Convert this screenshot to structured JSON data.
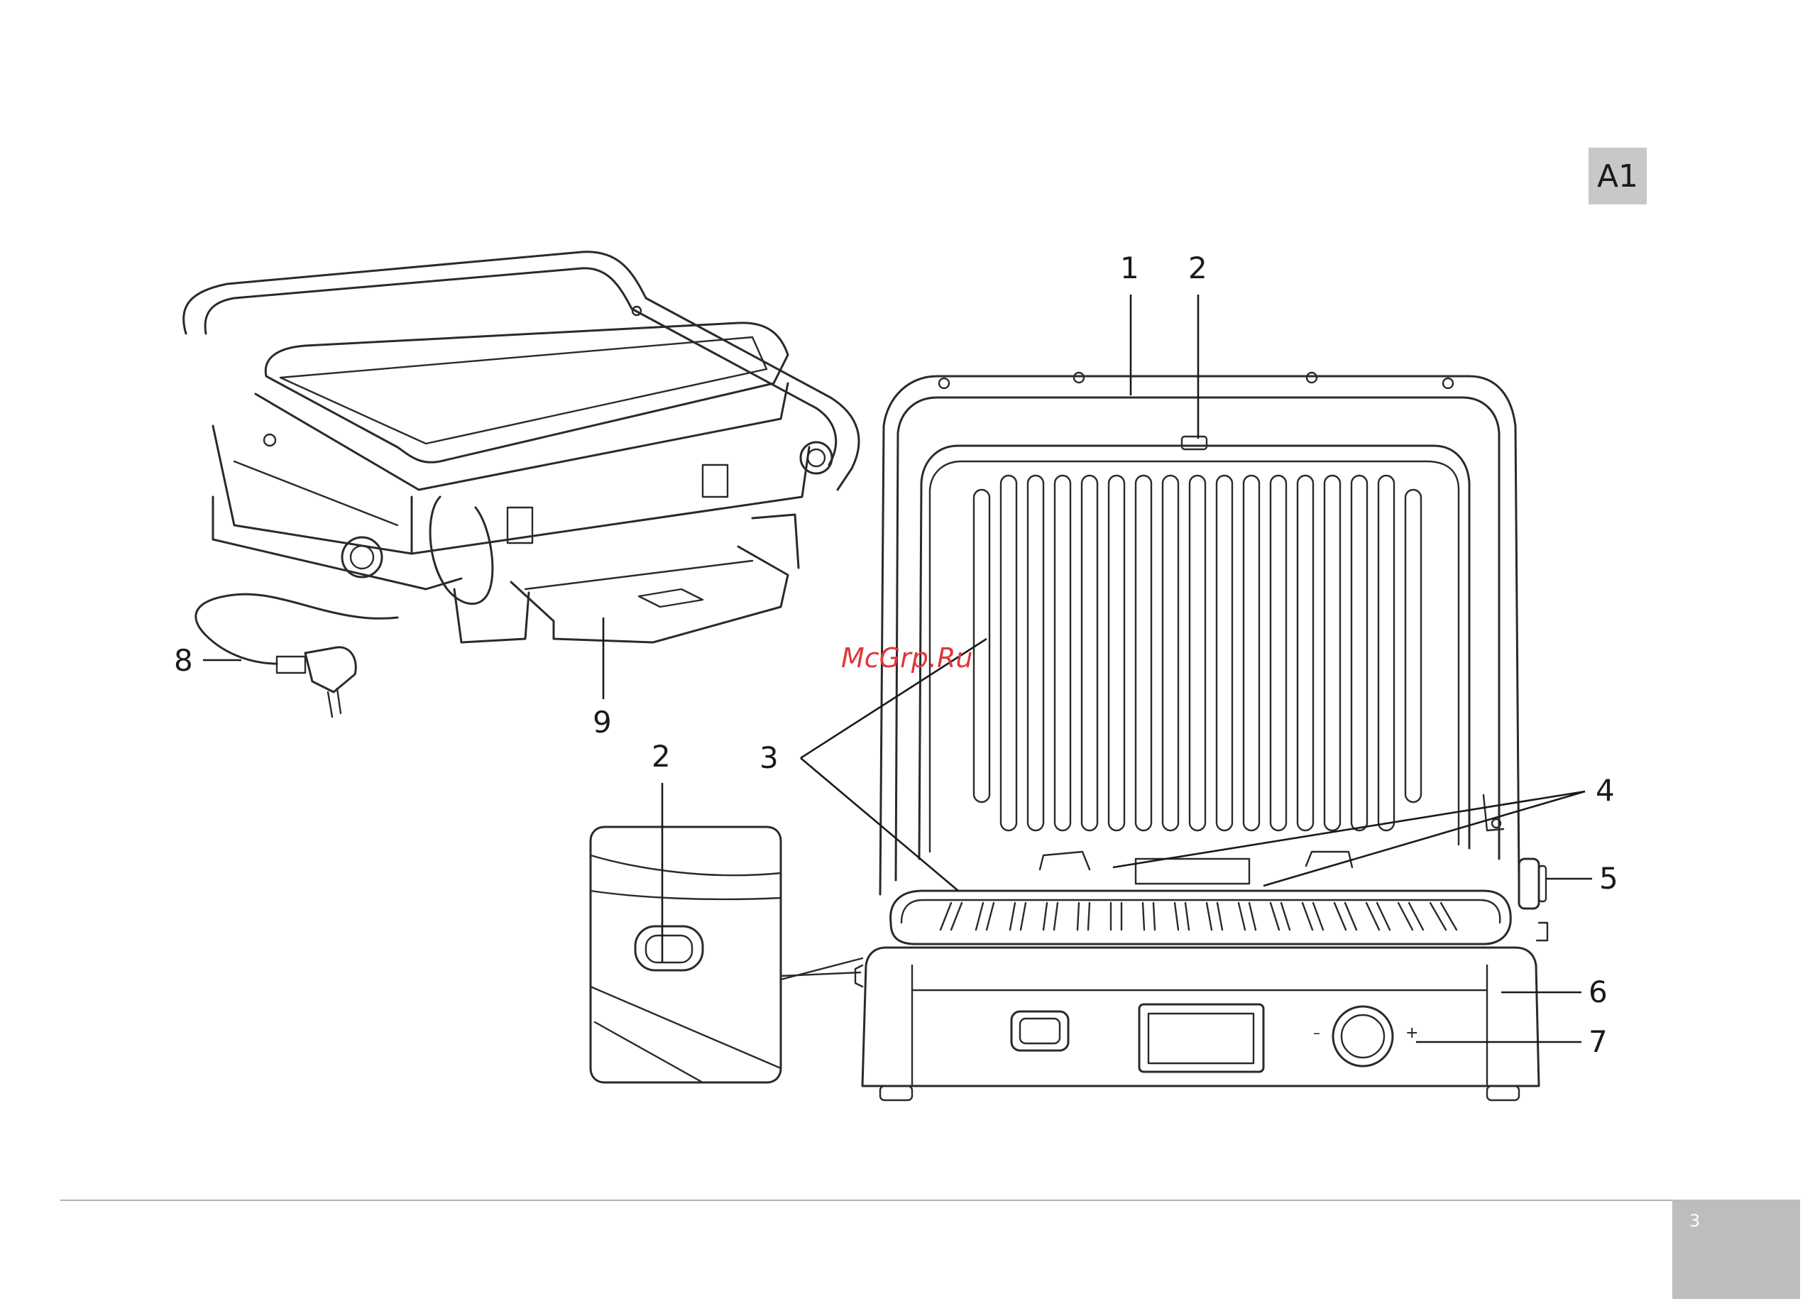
{
  "figure_badge": "A1",
  "page_number": "3",
  "watermark": "McGrp.Ru",
  "callouts": {
    "c1": "1",
    "c2_top": "2",
    "c2_inset": "2",
    "c3": "3",
    "c4": "4",
    "c5": "5",
    "c6": "6",
    "c7": "7",
    "c8": "8",
    "c9": "9"
  },
  "dial_marks": {
    "minus": "–",
    "plus": "+"
  }
}
